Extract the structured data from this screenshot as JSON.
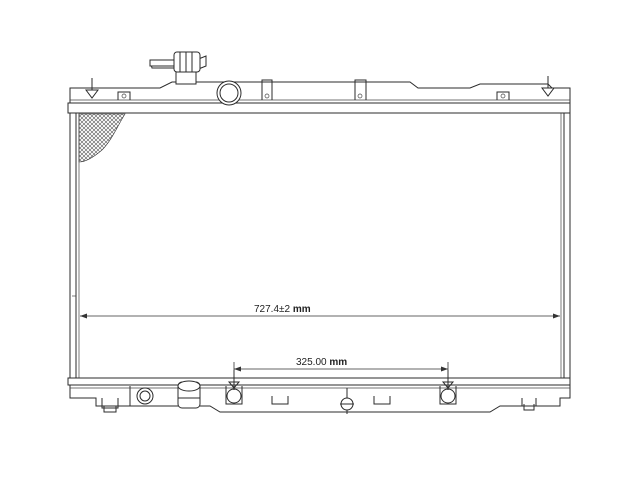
{
  "dimensions": {
    "overall_width": {
      "value": "727.4±2",
      "unit": "mm"
    },
    "mount_spacing": {
      "value": "325.00",
      "unit": "mm"
    }
  }
}
